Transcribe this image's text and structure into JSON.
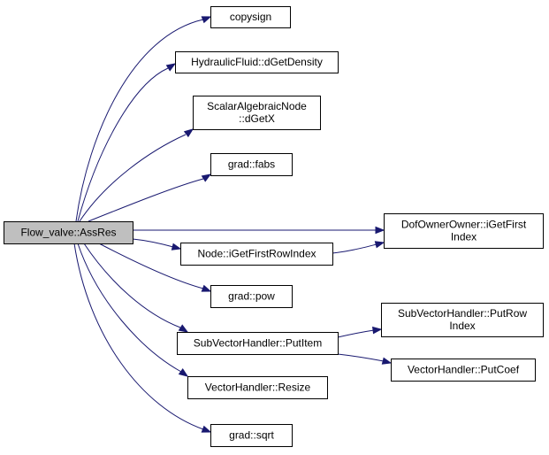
{
  "graph": {
    "edge_color": "#191970",
    "root_fill": "#bfbfbf",
    "nodes": [
      {
        "id": "root",
        "lines": [
          "Flow_valve::AssRes"
        ],
        "root": true
      },
      {
        "id": "n1",
        "lines": [
          "copysign"
        ]
      },
      {
        "id": "n2",
        "lines": [
          "HydraulicFluid::dGetDensity"
        ]
      },
      {
        "id": "n3",
        "lines": [
          "ScalarAlgebraicNode",
          "::dGetX"
        ]
      },
      {
        "id": "n4",
        "lines": [
          "grad::fabs"
        ]
      },
      {
        "id": "n5",
        "lines": [
          "DofOwnerOwner::iGetFirst",
          "Index"
        ]
      },
      {
        "id": "n6",
        "lines": [
          "Node::iGetFirstRowIndex"
        ]
      },
      {
        "id": "n7",
        "lines": [
          "grad::pow"
        ]
      },
      {
        "id": "n8",
        "lines": [
          "SubVectorHandler::PutItem"
        ]
      },
      {
        "id": "n9",
        "lines": [
          "SubVectorHandler::PutRow",
          "Index"
        ]
      },
      {
        "id": "n10",
        "lines": [
          "VectorHandler::PutCoef"
        ]
      },
      {
        "id": "n11",
        "lines": [
          "VectorHandler::Resize"
        ]
      },
      {
        "id": "n12",
        "lines": [
          "grad::sqrt"
        ]
      }
    ],
    "edges": [
      {
        "from": "root",
        "to": "n1"
      },
      {
        "from": "root",
        "to": "n2"
      },
      {
        "from": "root",
        "to": "n3"
      },
      {
        "from": "root",
        "to": "n4"
      },
      {
        "from": "root",
        "to": "n5"
      },
      {
        "from": "root",
        "to": "n6"
      },
      {
        "from": "root",
        "to": "n7"
      },
      {
        "from": "root",
        "to": "n8"
      },
      {
        "from": "root",
        "to": "n11"
      },
      {
        "from": "root",
        "to": "n12"
      },
      {
        "from": "n6",
        "to": "n5"
      },
      {
        "from": "n8",
        "to": "n9"
      },
      {
        "from": "n8",
        "to": "n10"
      }
    ]
  }
}
